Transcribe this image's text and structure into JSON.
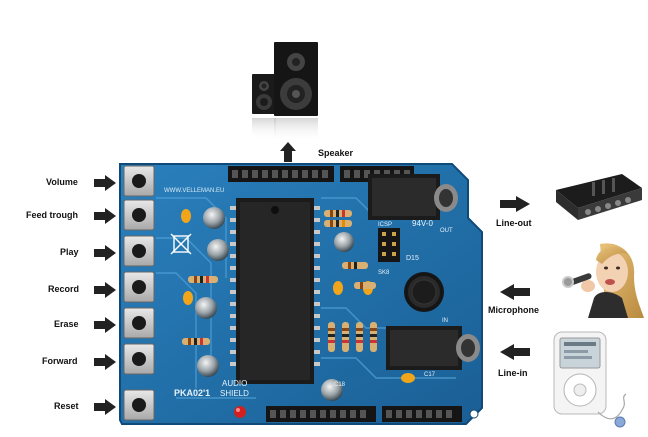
{
  "left_labels": [
    "Volume",
    "Feed trough",
    "Play",
    "Record",
    "Erase",
    "Forward",
    "Reset"
  ],
  "top_label": "Speaker",
  "right_labels": [
    "Line-out",
    "Microphone",
    "Line-in"
  ],
  "board_silk": {
    "brand": "WWW.VELLEMAN.EU",
    "model": "PKA02'1",
    "name_line1": "AUDIO",
    "name_line2": "SHIELD",
    "code": "94V-0",
    "out": "OUT",
    "in": "IN",
    "c18": "C18",
    "c17": "C17",
    "d15": "D15",
    "sk8": "SK8",
    "icsp": "ICSP"
  },
  "colors": {
    "board": "#1f6fa8",
    "board_edge": "#0f4a78",
    "chip": "#1b1b1b",
    "header": "#151515"
  }
}
